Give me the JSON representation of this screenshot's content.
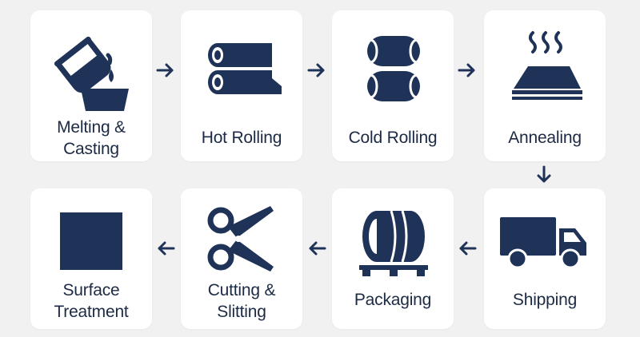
{
  "colors": {
    "accent": "#1f3358",
    "background": "#f1f1f2",
    "card": "#ffffff",
    "text": "#1c2a44"
  },
  "steps": [
    {
      "label": "Melting &\nCasting",
      "icon": "pouring-ladle-icon"
    },
    {
      "label": "Hot Rolling",
      "icon": "rolling-mill-icon"
    },
    {
      "label": "Cold Rolling",
      "icon": "stacked-rolls-icon"
    },
    {
      "label": "Annealing",
      "icon": "heated-slab-icon"
    },
    {
      "label": "Shipping",
      "icon": "truck-icon"
    },
    {
      "label": "Packaging",
      "icon": "coil-on-pallet-icon"
    },
    {
      "label": "Cutting &\nSlitting",
      "icon": "scissors-icon"
    },
    {
      "label": "Surface\nTreatment",
      "icon": "square-icon"
    }
  ]
}
